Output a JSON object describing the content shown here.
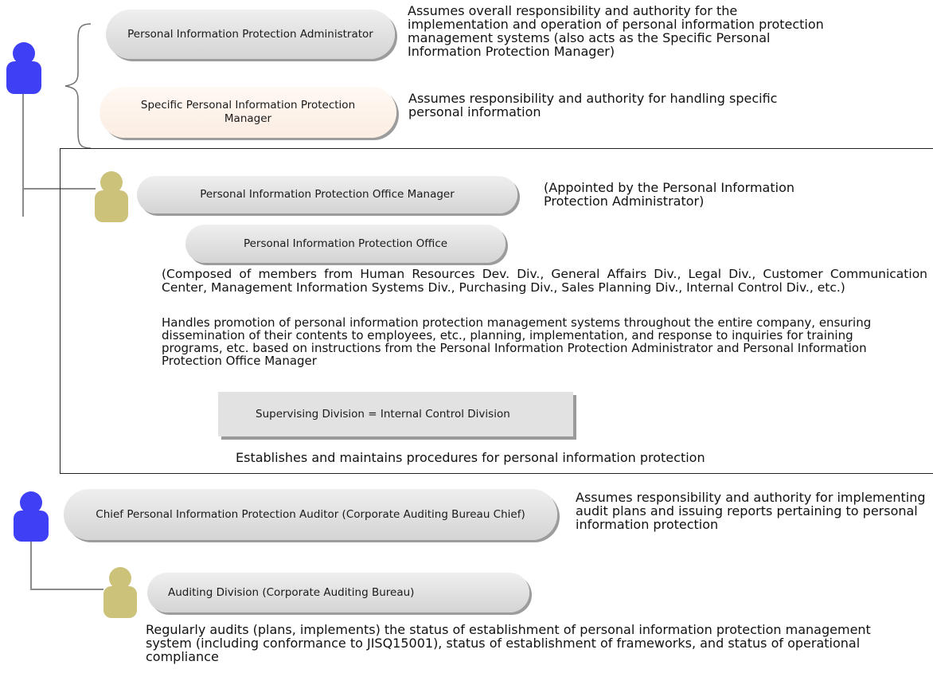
{
  "admin": {
    "pill_label": "Personal Information Protection Administrator",
    "description": "Assumes overall responsibility and authority for the implementation and operation of personal information protection management systems (also acts as the Specific Personal Information Protection Manager)"
  },
  "specific_manager": {
    "pill_label": "Specific Personal Information Protection Manager",
    "description": "Assumes responsibility and authority for handling specific personal information"
  },
  "office_manager": {
    "pill_label": "Personal Information Protection Office Manager",
    "note": "(Appointed by the Personal Information Protection Administrator)"
  },
  "office": {
    "pill_label": "Personal Information Protection Office",
    "composition": "(Composed of members from Human Resources Dev. Div., General Affairs Div., Legal Div., Customer Communication Center, Management Information Systems Div., Purchasing Div., Sales Planning Div., Internal Control Div., etc.)",
    "duties": "Handles promotion of personal information protection management systems throughout the entire company, ensuring dissemination of their contents to employees, etc., planning, implementation, and response to inquiries for training programs, etc. based on instructions from the Personal Information Protection Administrator and Personal Information Protection Office Manager"
  },
  "supervising": {
    "label": "Supervising Division = Internal Control Division",
    "procedures": "Establishes and maintains procedures for personal information protection"
  },
  "auditor": {
    "pill_label": "Chief Personal Information Protection Auditor (Corporate Auditing Bureau Chief)",
    "description": "Assumes responsibility and authority for implementing audit plans and issuing reports pertaining to personal information protection"
  },
  "auditing_division": {
    "pill_label": "Auditing Division (Corporate Auditing Bureau)",
    "description": "Regularly audits (plans, implements) the status of establishment of personal information protection management system (including conformance to JISQ15001), status of establishment of frameworks, and status of operational compliance"
  },
  "colors": {
    "senior_person": "#3f3ff5",
    "staff_person": "#cdc27a",
    "pill_fill": "#e3e3e3",
    "pill_highlight_fill": "#fcf1e7"
  },
  "icons": {
    "senior": "person-icon",
    "staff": "person-icon",
    "brace": "curly-brace"
  }
}
